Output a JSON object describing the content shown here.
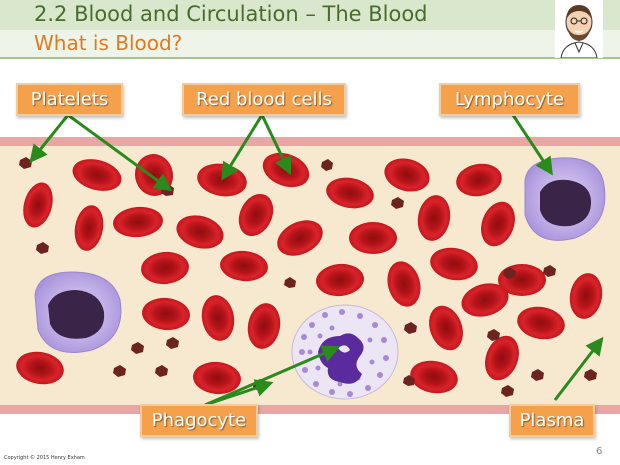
{
  "slide": {
    "title": "2.2 Blood and Circulation – The Blood",
    "subtitle": "What is Blood?",
    "page_number": "6",
    "copyright": "Copyright © 2015 Henry Exham"
  },
  "labels": {
    "platelets": "Platelets",
    "red_blood_cells": "Red blood cells",
    "lymphocyte": "Lymphocyte",
    "phagocyte": "Phagocyte",
    "plasma": "Plasma"
  },
  "colors": {
    "title_green": "#4a6b2d",
    "subtitle_orange": "#e07a1f",
    "label_fill": "#f5a14c",
    "plasma_fill": "#f6e9cf",
    "vessel_wall": "#e9a6a4",
    "red_cell": "#c8171a",
    "platelet": "#6b2420",
    "lymphocyte_cytoplasm": "#b9a6e4",
    "nucleus": "#3a2448",
    "phagocyte_nucleus": "#5a2b9c",
    "arrow_green": "#2a8a1c"
  },
  "icons": [
    "presenter-avatar"
  ]
}
